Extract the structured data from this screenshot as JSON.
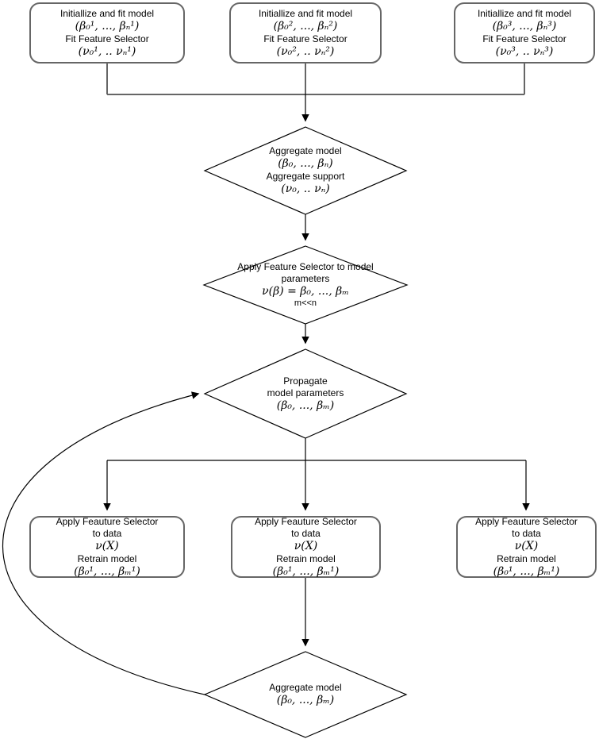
{
  "colors": {
    "background": "#ffffff",
    "box_border": "#666666",
    "diamond_border": "#000000",
    "connector_gray": "#666666",
    "connector_black": "#000000",
    "text": "#000000"
  },
  "nodes": {
    "top_boxes": [
      {
        "lines": [
          "Initiallize and fit model",
          "(β₀¹, ..., βₙ¹)",
          "Fit Feature Selector",
          "(ν₀¹, .. νₙ¹)"
        ]
      },
      {
        "lines": [
          "Initiallize and fit model",
          "(β₀², ..., βₙ²)",
          "Fit Feature Selector",
          "(ν₀², .. νₙ²)"
        ]
      },
      {
        "lines": [
          "Initiallize and fit model",
          "(β₀³, ..., βₙ³)",
          "Fit Feature Selector",
          "(ν₀³, .. νₙ³)"
        ]
      }
    ],
    "diamond_aggregate": {
      "lines": [
        "Aggregate model",
        "(β₀, ..., βₙ)",
        "Aggregate support",
        "(ν₀, .. νₙ)"
      ]
    },
    "diamond_apply_selector": {
      "lines": [
        "Apply Feature Selector to model",
        "parameters",
        "ν(β) = β₀, ..., βₘ",
        "m<<n"
      ]
    },
    "diamond_propagate": {
      "lines": [
        "Propagate",
        "model parameters",
        "(β₀, ..., βₘ)"
      ]
    },
    "bottom_boxes": [
      {
        "lines": [
          "Apply Feauture Selector",
          "to data",
          "ν(X)",
          "Retrain model",
          "(β₀¹, ..., βₘ¹)"
        ]
      },
      {
        "lines": [
          "Apply Feauture Selector",
          "to data",
          "ν(X)",
          "Retrain model",
          "(β₀¹, ..., βₘ¹)"
        ]
      },
      {
        "lines": [
          "Apply Feauture Selector",
          "to data",
          "ν(X)",
          "Retrain model",
          "(β₀¹, ..., βₘ¹)"
        ]
      }
    ],
    "diamond_aggregate_final": {
      "lines": [
        "Aggregate model",
        "(β₀, ..., βₘ)"
      ]
    }
  }
}
